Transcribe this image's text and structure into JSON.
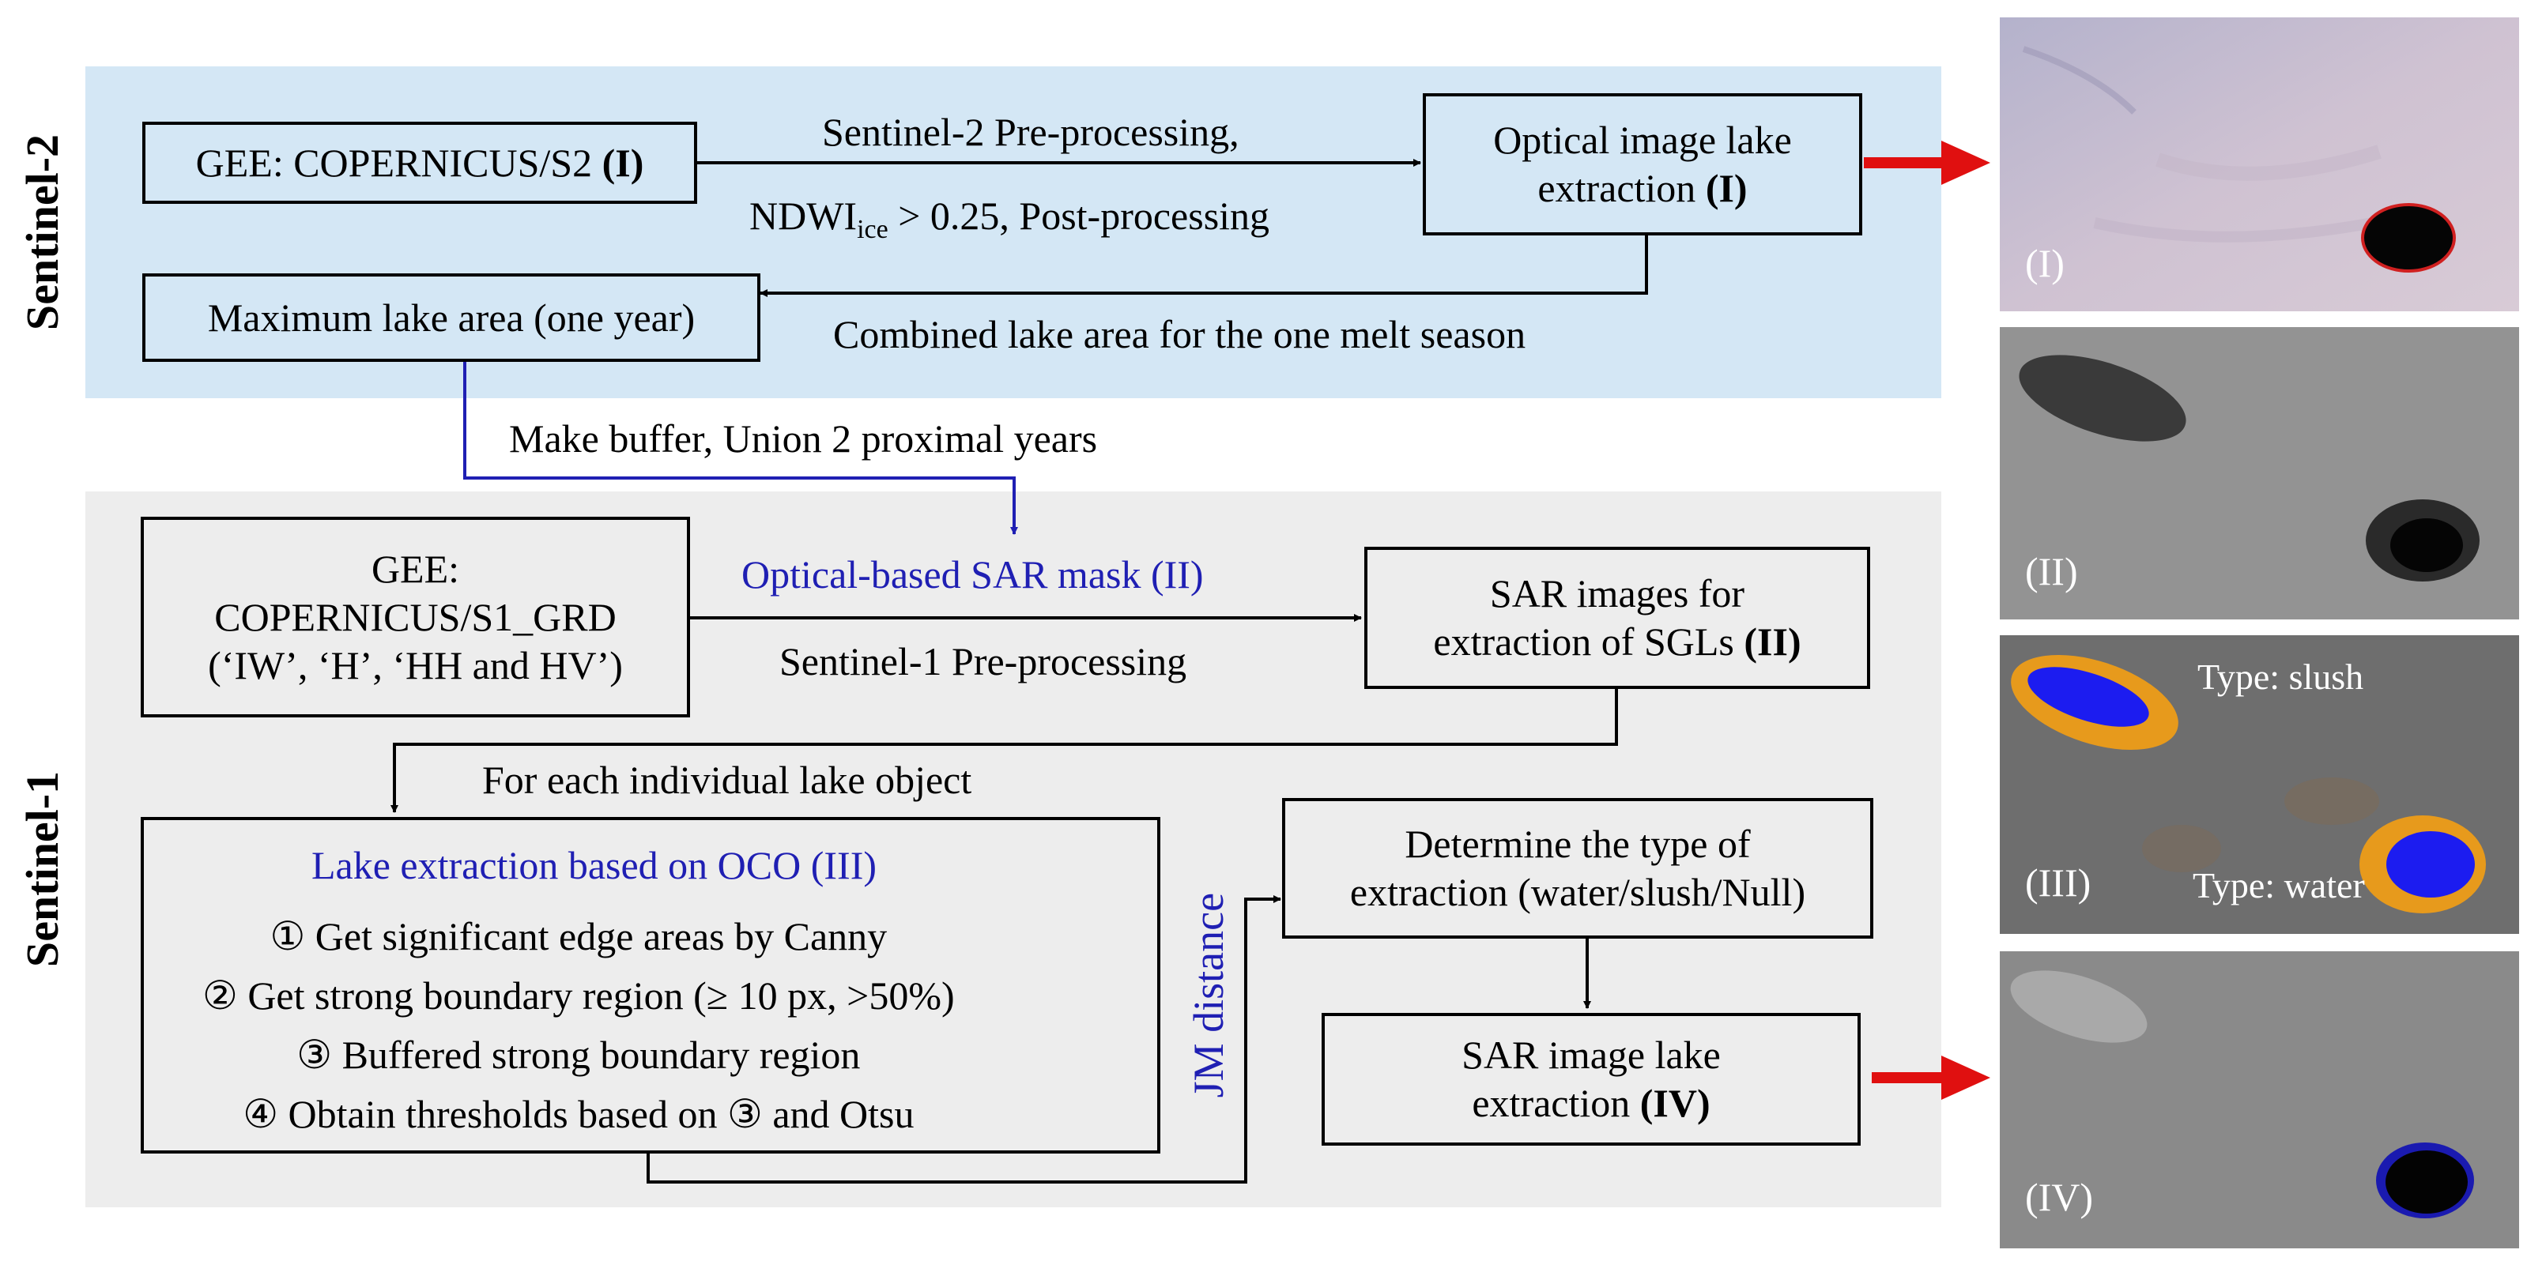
{
  "sides": {
    "s2": "Sentinel-2",
    "s1": "Sentinel-1"
  },
  "s2": {
    "gee_pre": "GEE: COPERNICUS/S2 ",
    "gee_num": "(I)",
    "arrow_top": "Sentinel-2 Pre-processing,",
    "ndwi_main": "NDWI",
    "ndwi_sub": "ice",
    "ndwi_rest": " > 0.25, Post-processing",
    "optical_line1": "Optical image lake",
    "optical_line2": "extraction ",
    "optical_num": "(I)",
    "max_area": "Maximum lake area (one year)",
    "combined": "Combined lake area for the one melt season"
  },
  "buffer_label": "Make buffer, Union 2 proximal years",
  "s1": {
    "gee_line1": "GEE:",
    "gee_line2": "COPERNICUS/S1_GRD",
    "gee_line3": "(‘IW’, ‘H’, ‘HH and HV’)",
    "mask_label": "Optical-based SAR mask (II)",
    "preproc": "Sentinel-1 Pre-processing",
    "sar_line1": "SAR images for",
    "sar_line2": "extraction of SGLs ",
    "sar_num": "(II)",
    "each_lake": "For each individual lake object",
    "oco_title": "Lake extraction based on OCO (III)",
    "steps": [
      "① Get significant edge areas by Canny",
      "② Get strong boundary region (≥ 10 px, >50%)",
      "③ Buffered strong boundary region",
      "④ Obtain thresholds based on ③ and Otsu"
    ],
    "jm": "JM distance",
    "type_line1": "Determine the type of",
    "type_line2": "extraction (water/slush/Null)",
    "final_line1": "SAR image lake",
    "final_line2": "extraction ",
    "final_num": "(IV)"
  },
  "thumbs": {
    "t1": "(I)",
    "t2": "(II)",
    "t3": "(III)",
    "t3_slush": "Type: slush",
    "t3_water": "Type: water",
    "t4": "(IV)"
  },
  "colors": {
    "s2_band": "#d4e7f5",
    "s1_band": "#ededed",
    "arrow_red": "#e01010",
    "blue_text": "#1f1fb3"
  }
}
